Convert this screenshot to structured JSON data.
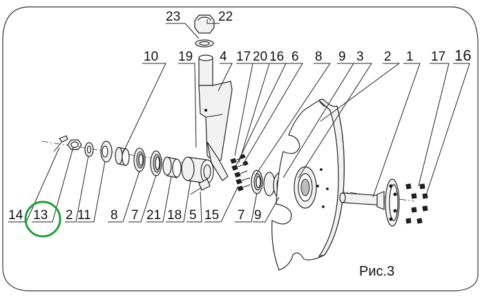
{
  "caption": "Рис.3",
  "highlight": {
    "label": "13",
    "color": "#1e9e3a"
  },
  "labels_top": [
    {
      "id": "23",
      "text": "23"
    },
    {
      "id": "22",
      "text": "22"
    },
    {
      "id": "10",
      "text": "10"
    },
    {
      "id": "19",
      "text": "19"
    },
    {
      "id": "4",
      "text": "4"
    },
    {
      "id": "17a",
      "text": "17"
    },
    {
      "id": "20",
      "text": "20"
    },
    {
      "id": "16a",
      "text": "16"
    },
    {
      "id": "6",
      "text": "6"
    },
    {
      "id": "8a",
      "text": "8"
    },
    {
      "id": "9a",
      "text": "9"
    },
    {
      "id": "3",
      "text": "3"
    },
    {
      "id": "2a",
      "text": "2"
    },
    {
      "id": "1",
      "text": "1"
    },
    {
      "id": "17b",
      "text": "17"
    },
    {
      "id": "16b",
      "text": "16"
    }
  ],
  "labels_bottom": [
    {
      "id": "14",
      "text": "14"
    },
    {
      "id": "13",
      "text": "13"
    },
    {
      "id": "2b",
      "text": "2"
    },
    {
      "id": "11",
      "text": "11"
    },
    {
      "id": "8b",
      "text": "8"
    },
    {
      "id": "7a",
      "text": "7"
    },
    {
      "id": "21",
      "text": "21"
    },
    {
      "id": "18",
      "text": "18"
    },
    {
      "id": "5",
      "text": "5"
    },
    {
      "id": "15",
      "text": "15"
    },
    {
      "id": "7b",
      "text": "7"
    },
    {
      "id": "9b",
      "text": "9"
    }
  ]
}
